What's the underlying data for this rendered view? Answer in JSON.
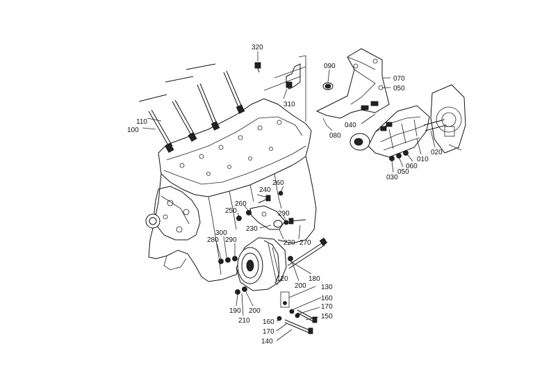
{
  "diagram": {
    "labels": [
      {
        "id": "320",
        "text": "320"
      },
      {
        "id": "310",
        "text": "310"
      },
      {
        "id": "090",
        "text": "090"
      },
      {
        "id": "070",
        "text": "070"
      },
      {
        "id": "050a",
        "text": "050"
      },
      {
        "id": "080",
        "text": "080"
      },
      {
        "id": "040",
        "text": "040"
      },
      {
        "id": "020",
        "text": "020"
      },
      {
        "id": "010",
        "text": "010"
      },
      {
        "id": "060",
        "text": "060"
      },
      {
        "id": "050b",
        "text": "050"
      },
      {
        "id": "030",
        "text": "030"
      },
      {
        "id": "110",
        "text": "110"
      },
      {
        "id": "100",
        "text": "100"
      },
      {
        "id": "240",
        "text": "240"
      },
      {
        "id": "260a",
        "text": "260"
      },
      {
        "id": "260b",
        "text": "260"
      },
      {
        "id": "250",
        "text": "250"
      },
      {
        "id": "290a",
        "text": "290"
      },
      {
        "id": "230",
        "text": "230"
      },
      {
        "id": "220",
        "text": "220"
      },
      {
        "id": "270",
        "text": "270"
      },
      {
        "id": "300",
        "text": "300"
      },
      {
        "id": "280",
        "text": "280"
      },
      {
        "id": "290b",
        "text": "290"
      },
      {
        "id": "120",
        "text": "120"
      },
      {
        "id": "200a",
        "text": "200"
      },
      {
        "id": "180",
        "text": "180"
      },
      {
        "id": "130",
        "text": "130"
      },
      {
        "id": "160a",
        "text": "160"
      },
      {
        "id": "170a",
        "text": "170"
      },
      {
        "id": "150",
        "text": "150"
      },
      {
        "id": "190",
        "text": "190"
      },
      {
        "id": "210",
        "text": "210"
      },
      {
        "id": "200b",
        "text": "200"
      },
      {
        "id": "160b",
        "text": "160"
      },
      {
        "id": "170b",
        "text": "170"
      },
      {
        "id": "140",
        "text": "140"
      }
    ]
  }
}
